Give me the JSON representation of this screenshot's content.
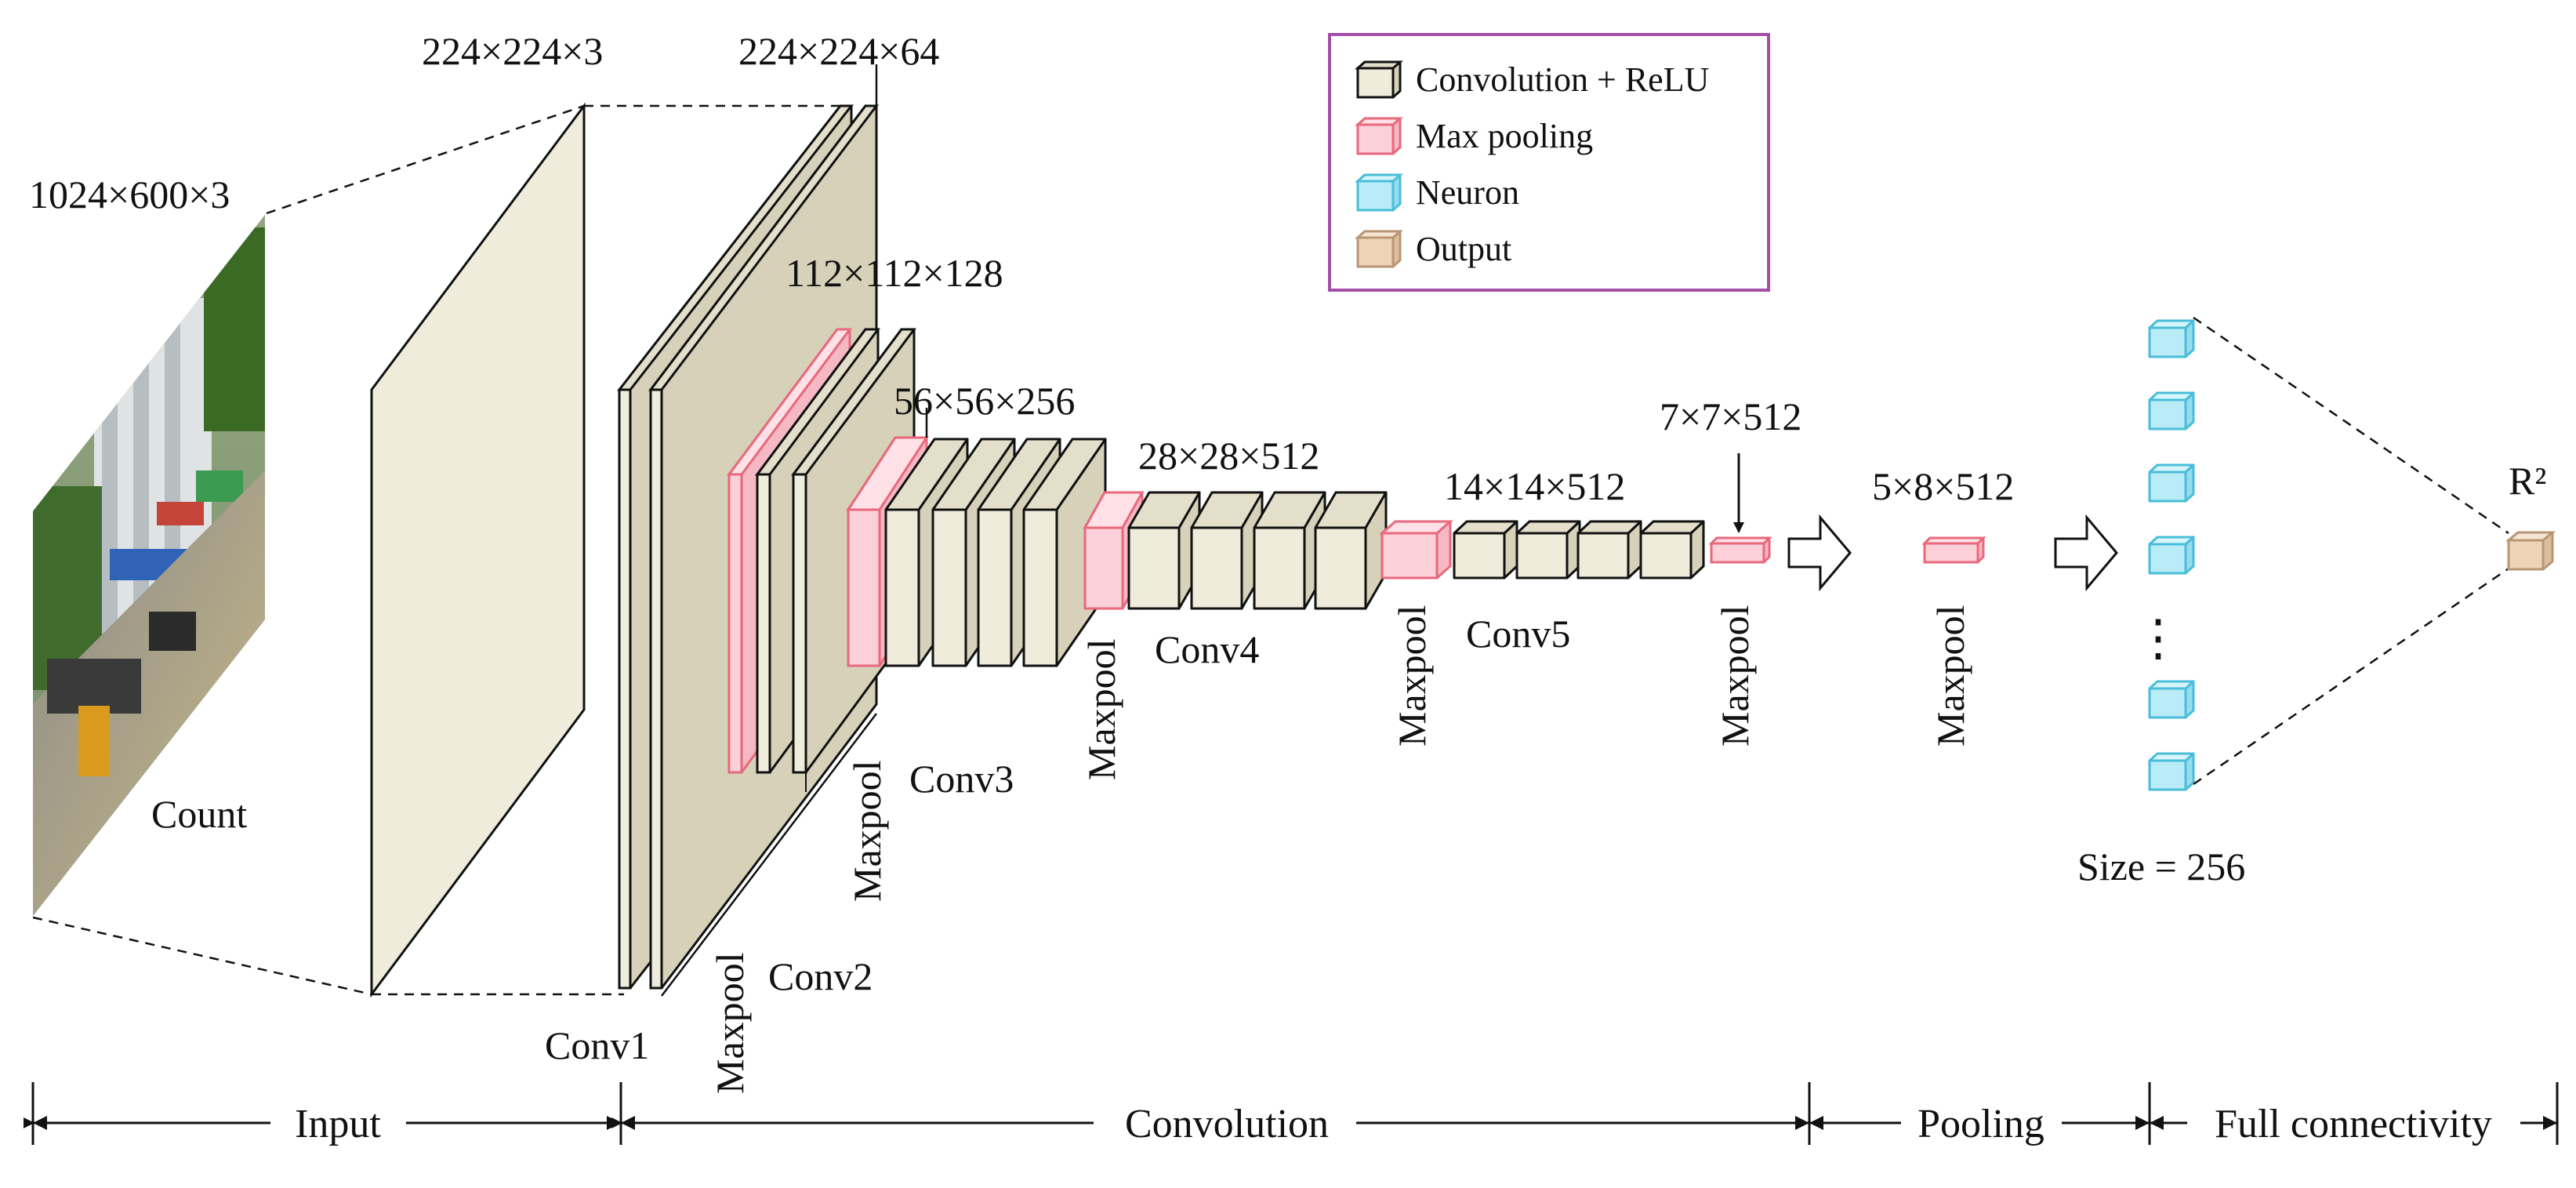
{
  "colors": {
    "conv_front": "#efecdc",
    "conv_top": "#e3dfca",
    "conv_side": "#d6d1b8",
    "conv_stroke": "#111111",
    "pool_front": "#fbd0d8",
    "pool_top": "#fde1e6",
    "pool_side": "#f6b8c3",
    "pool_stroke": "#e8687c",
    "neuron_front": "#b9ecf7",
    "neuron_top": "#d7f6fc",
    "neuron_side": "#96dced",
    "neuron_stroke": "#49bdd9",
    "output_front": "#eed3b6",
    "output_top": "#f6e5d3",
    "output_side": "#ddbd9b",
    "output_stroke": "#b89674",
    "legend_border": "#a54ea8"
  },
  "legend": {
    "conv": "Convolution + ReLU",
    "pool": "Max pooling",
    "neuron": "Neuron",
    "output": "Output"
  },
  "labels": {
    "input_dim": "1024×600×3",
    "resized_dim": "224×224×3",
    "conv1_dim": "224×224×64",
    "conv2_dim": "112×112×128",
    "conv3_dim": "56×56×256",
    "conv4_dim": "28×28×512",
    "conv5_dim": "14×14×512",
    "pool5_dim": "7×7×512",
    "pool_dim": "5×8×512",
    "count": "Count",
    "conv1": "Conv1",
    "conv2": "Conv2",
    "conv3": "Conv3",
    "conv4": "Conv4",
    "conv5": "Conv5",
    "maxpool": "Maxpool",
    "ellipsis": "⋮",
    "size": "Size = 256",
    "output": "R²"
  },
  "sections": {
    "input": "Input",
    "convolution": "Convolution",
    "pooling": "Pooling",
    "full": "Full connectivity"
  }
}
